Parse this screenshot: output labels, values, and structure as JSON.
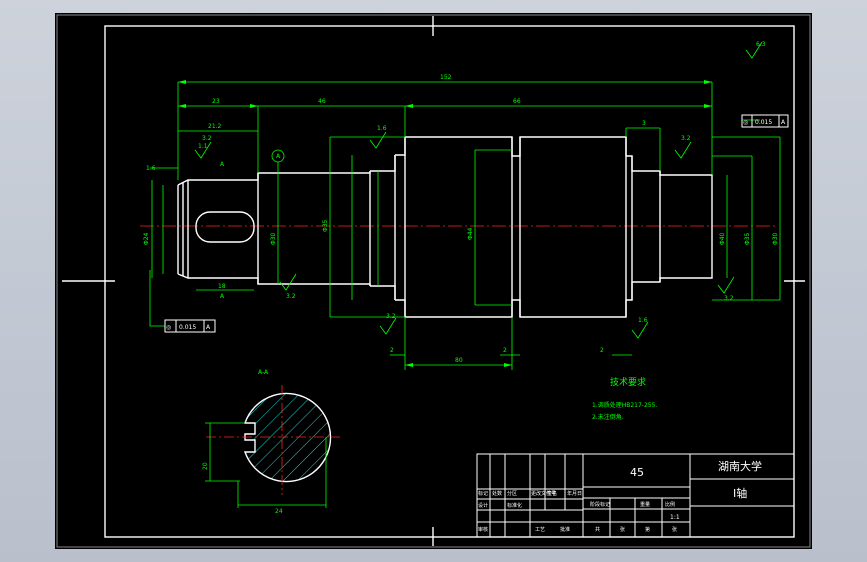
{
  "drawing": {
    "dimensions": {
      "overall_length": "152",
      "left_segment": "23",
      "middle_segment": "46",
      "right_segment": "66",
      "keyway_offset": "21.2",
      "groove_1": "1.1",
      "chamfer_left": "1.6",
      "step_right": "3",
      "key_width": "18",
      "gear_width": "80",
      "groove_2": "2",
      "groove_3": "2",
      "groove_4": "2",
      "dia_1": "Φ24",
      "dia_2": "Φ30",
      "dia_3": "Φ35",
      "dia_4": "Φ44",
      "dia_5": "Φ40",
      "dia_6": "Φ35",
      "dia_7": "Φ30",
      "section_width": "24",
      "section_depth": "20"
    },
    "roughness": {
      "top_right": "6.3",
      "general": "3.2",
      "r1": "3.2",
      "r2": "1.6",
      "r3": "3.2",
      "r4": "3.2",
      "r5": "1.6",
      "r6": "3.2"
    },
    "tolerance_frames": {
      "right": {
        "symbol": "◎",
        "value": "0.015",
        "datum": "A"
      },
      "left": {
        "symbol": "◎",
        "value": "0.015",
        "datum": "A"
      }
    },
    "datum_label": "A",
    "section_label": "A-A",
    "section_marks": [
      "A",
      "A"
    ],
    "tech_requirements": {
      "title": "技术要求",
      "items": [
        "1.调质处理HB217-255.",
        "2.未注倒角."
      ]
    },
    "title_block": {
      "material": "45",
      "school": "湖南大学",
      "part_name": "I轴",
      "scale": "1:1",
      "row_labels": [
        "标记",
        "处数",
        "分区",
        "更改文件号",
        "签名",
        "年月日"
      ],
      "sub_labels": [
        "设计",
        "标准化",
        "阶段标记",
        "重量",
        "比例"
      ],
      "bottom_labels": [
        "审核",
        "工艺",
        "批准",
        "共",
        "张",
        "第",
        "张"
      ]
    },
    "colors": {
      "outline": "#ffffff",
      "dimension": "#00ff00",
      "centerline": "#ff2020",
      "hatch": "#22d3d3",
      "text_accent": "#ffff00"
    }
  }
}
